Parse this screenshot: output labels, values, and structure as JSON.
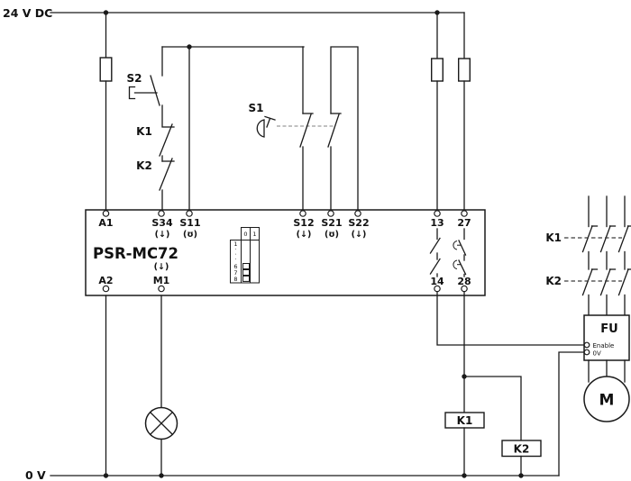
{
  "power": {
    "rail_24v": "24 V DC",
    "rail_0v": "0 V"
  },
  "relay": {
    "model": "PSR-MC72",
    "top_terminals": [
      {
        "id": "A1",
        "symbol": ""
      },
      {
        "id": "S34",
        "symbol": "(↓)"
      },
      {
        "id": "S11",
        "symbol": "(ʊ)"
      },
      {
        "id": "S12",
        "symbol": "(↓)"
      },
      {
        "id": "S21",
        "symbol": "(ʊ)"
      },
      {
        "id": "S22",
        "symbol": "(↓)"
      },
      {
        "id": "13",
        "symbol": ""
      },
      {
        "id": "27",
        "symbol": ""
      }
    ],
    "bottom_terminals": [
      {
        "id": "A2",
        "symbol": ""
      },
      {
        "id": "M1",
        "symbol": "(↓)"
      },
      {
        "id": "14",
        "symbol": ""
      },
      {
        "id": "28",
        "symbol": ""
      }
    ],
    "dip_switch": {
      "columns": [
        "0",
        "1"
      ],
      "rows": [
        "1",
        "·",
        "·",
        "·",
        "6",
        "7",
        "8"
      ],
      "switches_in_0": [
        "6",
        "7",
        "8"
      ]
    }
  },
  "components": {
    "reset_button": "S2",
    "estop_button": "S1",
    "feedback_nc_1": "K1",
    "feedback_nc_2": "K2",
    "contactor_1": "K1",
    "contactor_2": "K2",
    "coil_1": "K1",
    "coil_2": "K2",
    "drive": "FU",
    "drive_enable": "Enable",
    "drive_0v": "0V",
    "motor": "M"
  }
}
